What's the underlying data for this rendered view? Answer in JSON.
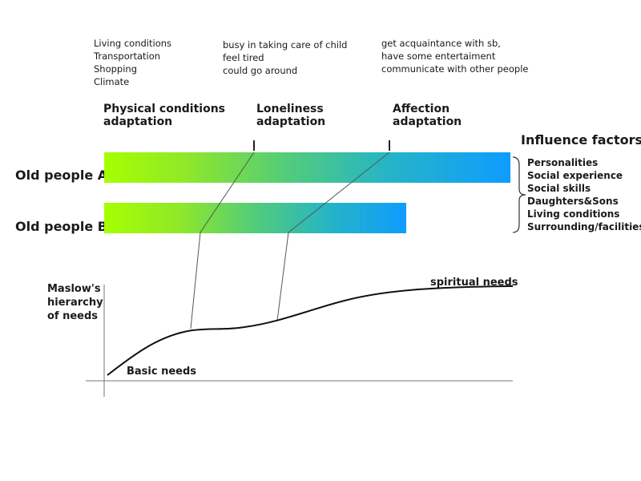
{
  "notes": {
    "physical": [
      "Living conditions",
      "Transportation",
      "Shopping",
      "Climate"
    ],
    "loneliness": [
      "busy in taking care of child",
      "feel tired",
      "could go around"
    ],
    "affection": [
      "get acquaintance with sb,",
      "have some entertaiment",
      "communicate with other people"
    ]
  },
  "stages": {
    "physical": [
      "Physical conditions",
      "adaptation"
    ],
    "loneliness": [
      "Loneliness",
      "adaptation"
    ],
    "affection": [
      "Affection",
      "adaptation"
    ]
  },
  "people": {
    "a": "Old people A",
    "b": "Old people B"
  },
  "influence": {
    "title": "Influence factors",
    "items": [
      "Personalities",
      "Social experience",
      "Social skills",
      "Daughters&Sons",
      "Living conditions",
      "Surrounding/facilities"
    ]
  },
  "graph": {
    "ylabel": [
      "Maslow's",
      "hierarchy",
      "of needs"
    ],
    "low_label": "Basic needs",
    "high_label": "spiritual needs"
  },
  "colors": {
    "bar_start": "#a6ff00",
    "bar_end": "#0f9cff"
  }
}
